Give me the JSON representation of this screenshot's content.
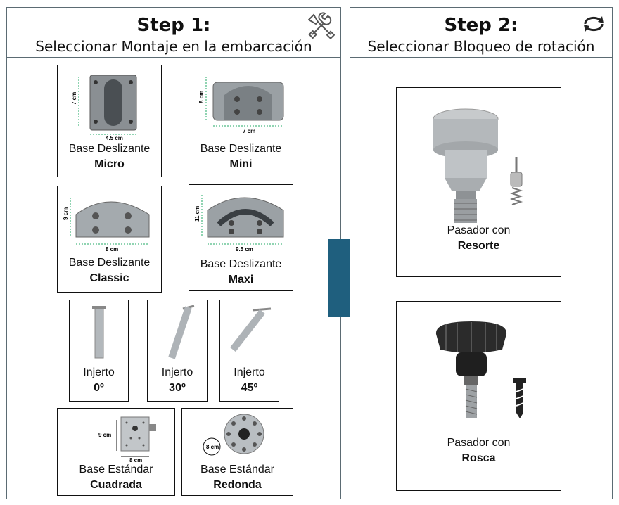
{
  "step1": {
    "title": "Step 1:",
    "subtitle": "Seleccionar Montaje en la embarcación",
    "icon": "tools-icon",
    "cards": [
      {
        "line1": "Base Deslizante",
        "line2": "Micro",
        "dims": [
          "7 cm",
          "4.5 cm"
        ]
      },
      {
        "line1": "Base Deslizante",
        "line2": "Mini",
        "dims": [
          "8 cm",
          "7 cm"
        ]
      },
      {
        "line1": "Base Deslizante",
        "line2": "Classic",
        "dims": [
          "9 cm",
          "8 cm"
        ]
      },
      {
        "line1": "Base Deslizante",
        "line2": "Maxi",
        "dims": [
          "11 cm",
          "9.5 cm"
        ]
      },
      {
        "line1": "Injerto",
        "line2": "0º"
      },
      {
        "line1": "Injerto",
        "line2": "30º"
      },
      {
        "line1": "Injerto",
        "line2": "45º"
      },
      {
        "line1": "Base Estándar",
        "line2": "Cuadrada",
        "dims": [
          "9 cm",
          "8 cm"
        ]
      },
      {
        "line1": "Base Estándar",
        "line2": "Redonda",
        "dims": [
          "8 cm"
        ]
      }
    ]
  },
  "step2": {
    "title": "Step 2:",
    "subtitle": "Seleccionar Bloqueo de rotación",
    "icon": "rotate-icon",
    "cards": [
      {
        "line1": "Pasador con",
        "line2": "Resorte"
      },
      {
        "line1": "Pasador con",
        "line2": "Rosca"
      }
    ]
  },
  "colors": {
    "arrow": "#1f5f7e",
    "border": "#5b6b73",
    "dims": "#1e3a6e"
  }
}
